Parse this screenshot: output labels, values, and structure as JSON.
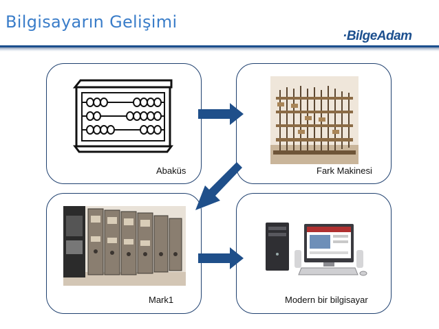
{
  "slide": {
    "title": "Bilgisayarın Gelişimi",
    "logo_text_1": "Bilge",
    "logo_text_2": "Adam"
  },
  "cards": [
    {
      "caption": "Abaküs"
    },
    {
      "caption": "Fark Makinesi"
    },
    {
      "caption": "Mark1"
    },
    {
      "caption": "Modern bir bilgisayar"
    }
  ],
  "colors": {
    "title": "#3a7dc9",
    "brand": "#1c4f8e",
    "card_border": "#1d3f6e",
    "arrow": "#1f4f8a"
  }
}
